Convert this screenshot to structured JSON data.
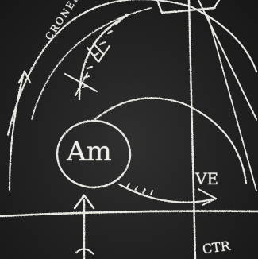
{
  "image": {
    "kind": "photograph",
    "subject": "chalkboard-diagram",
    "background_color": "#232423",
    "chalk_color": "#e8e8e2"
  },
  "labels": {
    "am": "Am",
    "ve": "VE",
    "cr": "CRONEK",
    "ctr": "CTR"
  }
}
